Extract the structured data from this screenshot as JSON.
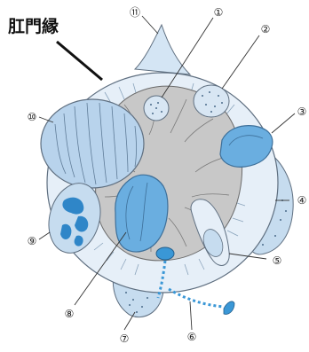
{
  "title": "肛門縁",
  "markers": {
    "m1": "①",
    "m2": "②",
    "m3": "③",
    "m4": "④",
    "m5": "⑤",
    "m6": "⑥",
    "m7": "⑦",
    "m8": "⑧",
    "m9": "⑨",
    "m10": "⑩",
    "m11": "⑪"
  },
  "colors": {
    "outline": "#5f6f80",
    "pale_blue": "#dfeaf5",
    "light_blue": "#a9cbea",
    "mid_blue": "#6aaee0",
    "bright_blue": "#3a97d6",
    "gray_center": "#c9c9c9"
  }
}
